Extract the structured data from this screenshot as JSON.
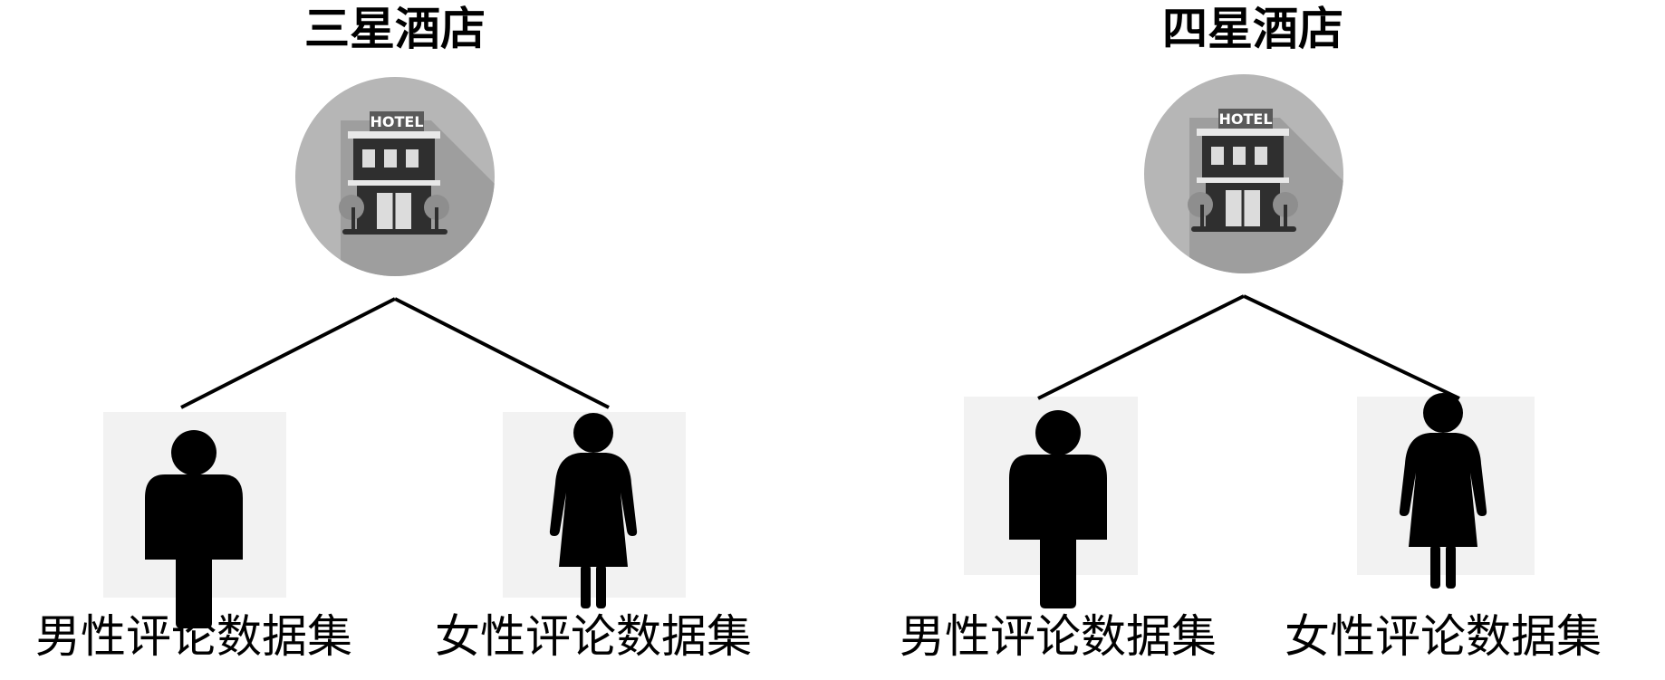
{
  "groups": [
    {
      "title": "三星酒店",
      "hotel_sign": "HOTEL",
      "children": [
        "男性评论数据集",
        "女性评论数据集"
      ]
    },
    {
      "title": "四星酒店",
      "hotel_sign": "HOTEL",
      "children": [
        "男性评论数据集",
        "女性评论数据集"
      ]
    }
  ],
  "icons": {
    "hotel": "hotel-building-icon",
    "male": "male-person-icon",
    "female": "female-person-icon"
  },
  "colors": {
    "circle": "#b6b6b6",
    "shadow": "#9e9e9e",
    "building": "#2f2f2f",
    "icon_box": "#f2f2f2",
    "lines": "#000000"
  }
}
